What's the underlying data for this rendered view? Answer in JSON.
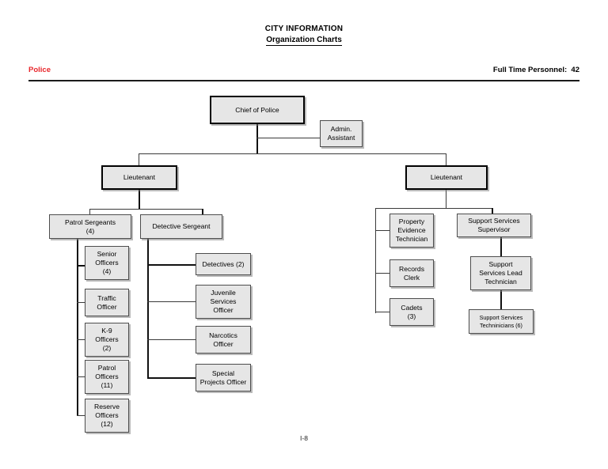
{
  "document": {
    "title": "CITY INFORMATION",
    "subtitle": "Organization Charts",
    "department": "Police",
    "personnel_label": "Full Time Personnel:  42",
    "page_number": "I-8"
  },
  "chart": {
    "type": "org-chart",
    "nodes": [
      {
        "id": "chief",
        "label": "Chief of Police"
      },
      {
        "id": "admin",
        "label": "Admin.\nAssistant"
      },
      {
        "id": "lt-left",
        "label": "Lieutenant"
      },
      {
        "id": "lt-right",
        "label": "Lieutenant"
      },
      {
        "id": "patrol-sergeants",
        "label": "Patrol Sergeants\n(4)"
      },
      {
        "id": "detective-sergeant",
        "label": "Detective Sergeant"
      },
      {
        "id": "senior-officers",
        "label": "Senior\nOfficers\n(4)"
      },
      {
        "id": "traffic-officer",
        "label": "Traffic\nOfficer"
      },
      {
        "id": "k9-officers",
        "label": "K-9\nOfficers\n(2)"
      },
      {
        "id": "patrol-officers",
        "label": "Patrol\nOfficers\n(11)"
      },
      {
        "id": "reserve-officers",
        "label": "Reserve\nOfficers\n(12)"
      },
      {
        "id": "detectives",
        "label": "Detectives  (2)"
      },
      {
        "id": "juvenile-services",
        "label": "Juvenile\nServices\nOfficer"
      },
      {
        "id": "narcotics-officer",
        "label": "Narcotics\nOfficer"
      },
      {
        "id": "special-projects",
        "label": "Special\nProjects Officer"
      },
      {
        "id": "property-evidence",
        "label": "Property\nEvidence\nTechnician"
      },
      {
        "id": "records-clerk",
        "label": "Records\nClerk"
      },
      {
        "id": "cadets",
        "label": "Cadets\n(3)"
      },
      {
        "id": "support-supervisor",
        "label": "Support Services\nSupervisor"
      },
      {
        "id": "support-lead",
        "label": "Support\nServices Lead\nTechnician"
      },
      {
        "id": "support-techs",
        "label": "Support Services\nTechninicians (6)"
      }
    ]
  },
  "colors": {
    "accent_red": "#e8262b",
    "box_fill": "#e6e6e6",
    "box_border": "#4d4d4d",
    "heavy_border": "#000000",
    "rule": "#1a1a1a"
  }
}
